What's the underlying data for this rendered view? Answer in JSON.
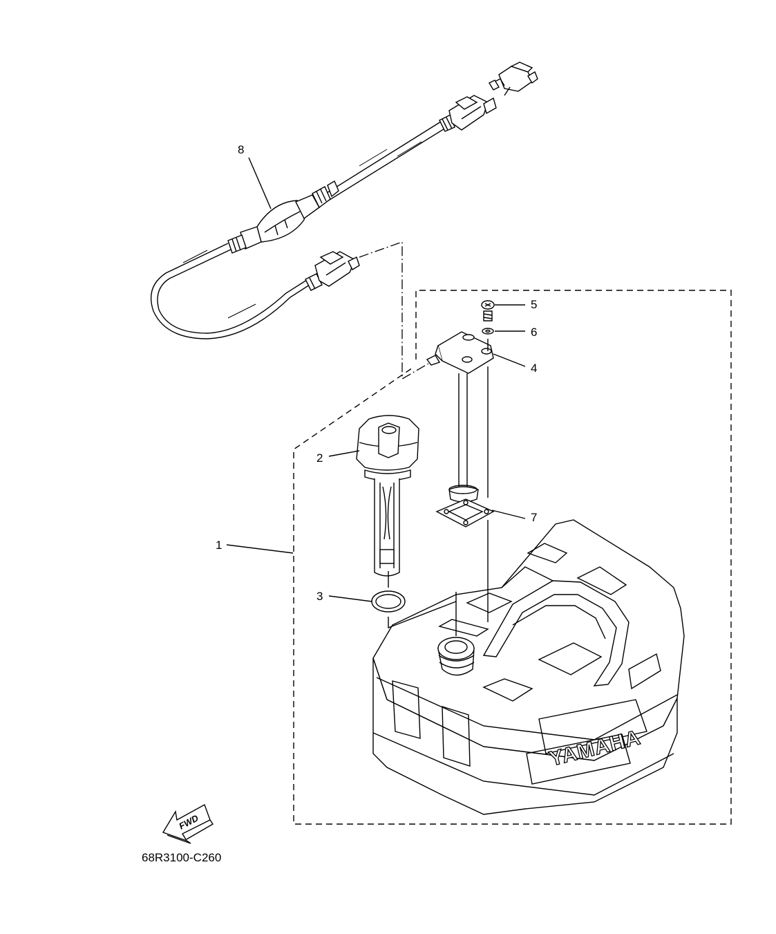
{
  "callouts": [
    {
      "number": "1",
      "part": "fuel tank assembly"
    },
    {
      "number": "2",
      "part": "fuel tank cap"
    },
    {
      "number": "3",
      "part": "o-ring"
    },
    {
      "number": "4",
      "part": "fuel meter"
    },
    {
      "number": "5",
      "part": "screw"
    },
    {
      "number": "6",
      "part": "washer"
    },
    {
      "number": "7",
      "part": "gasket"
    },
    {
      "number": "8",
      "part": "fuel hose joint assembly"
    }
  ],
  "direction_label": "FWD",
  "brand_logo": "YAMAHA",
  "diagram_code": "68R3100-C260"
}
